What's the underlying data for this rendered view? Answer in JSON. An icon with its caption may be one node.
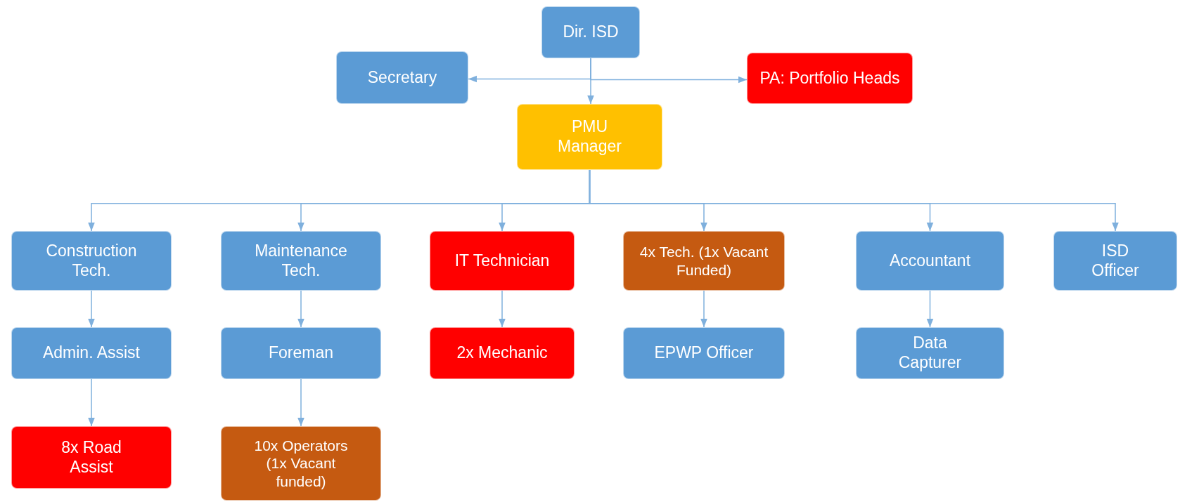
{
  "diagram": {
    "nodes": [
      {
        "text": [
          "Dir. ISD"
        ]
      },
      {
        "text": [
          "Secretary"
        ]
      },
      {
        "text": [
          "PA: Portfolio Heads"
        ]
      },
      {
        "text": [
          "PMU Manager"
        ]
      },
      {
        "text": [
          "Construction Tech."
        ]
      },
      {
        "text": [
          "Maintenance Tech."
        ]
      },
      {
        "text": [
          "IT Technician"
        ]
      },
      {
        "text": [
          "4x Tech. (1x Vacant Funded)"
        ]
      },
      {
        "text": [
          "Accountant"
        ]
      },
      {
        "text": [
          "ISD Officer"
        ]
      },
      {
        "text": [
          "Admin. Assist"
        ]
      },
      {
        "text": [
          "Foreman"
        ]
      },
      {
        "text": [
          "2x Mechanic"
        ]
      },
      {
        "text": [
          "EPWP Officer"
        ]
      },
      {
        "text": [
          "Data Capturer"
        ]
      },
      {
        "text": [
          "8x Road Assist"
        ]
      },
      {
        "text": [
          "10x Operators (1x Vacant funded)"
        ]
      }
    ],
    "edges": [
      {
        "from": 0,
        "to": 1,
        "arrow": "to"
      },
      {
        "from": 0,
        "to": 2,
        "arrow": "to"
      },
      {
        "from": 0,
        "to": 3,
        "arrow": "to"
      },
      {
        "from": 3,
        "to": 4,
        "arrow": "to"
      },
      {
        "from": 3,
        "to": 5,
        "arrow": "to"
      },
      {
        "from": 3,
        "to": 6,
        "arrow": "to"
      },
      {
        "from": 3,
        "to": 7,
        "arrow": "to"
      },
      {
        "from": 3,
        "to": 8,
        "arrow": "to"
      },
      {
        "from": 3,
        "to": 9,
        "arrow": "to"
      },
      {
        "from": 4,
        "to": 10,
        "arrow": "to"
      },
      {
        "from": 5,
        "to": 11,
        "arrow": "to"
      },
      {
        "from": 6,
        "to": 12,
        "arrow": "to"
      },
      {
        "from": 7,
        "to": 13,
        "arrow": "to"
      },
      {
        "from": 8,
        "to": 14,
        "arrow": "to"
      },
      {
        "from": 10,
        "to": 15,
        "arrow": "to"
      },
      {
        "from": 11,
        "to": 16,
        "arrow": "to"
      }
    ]
  }
}
